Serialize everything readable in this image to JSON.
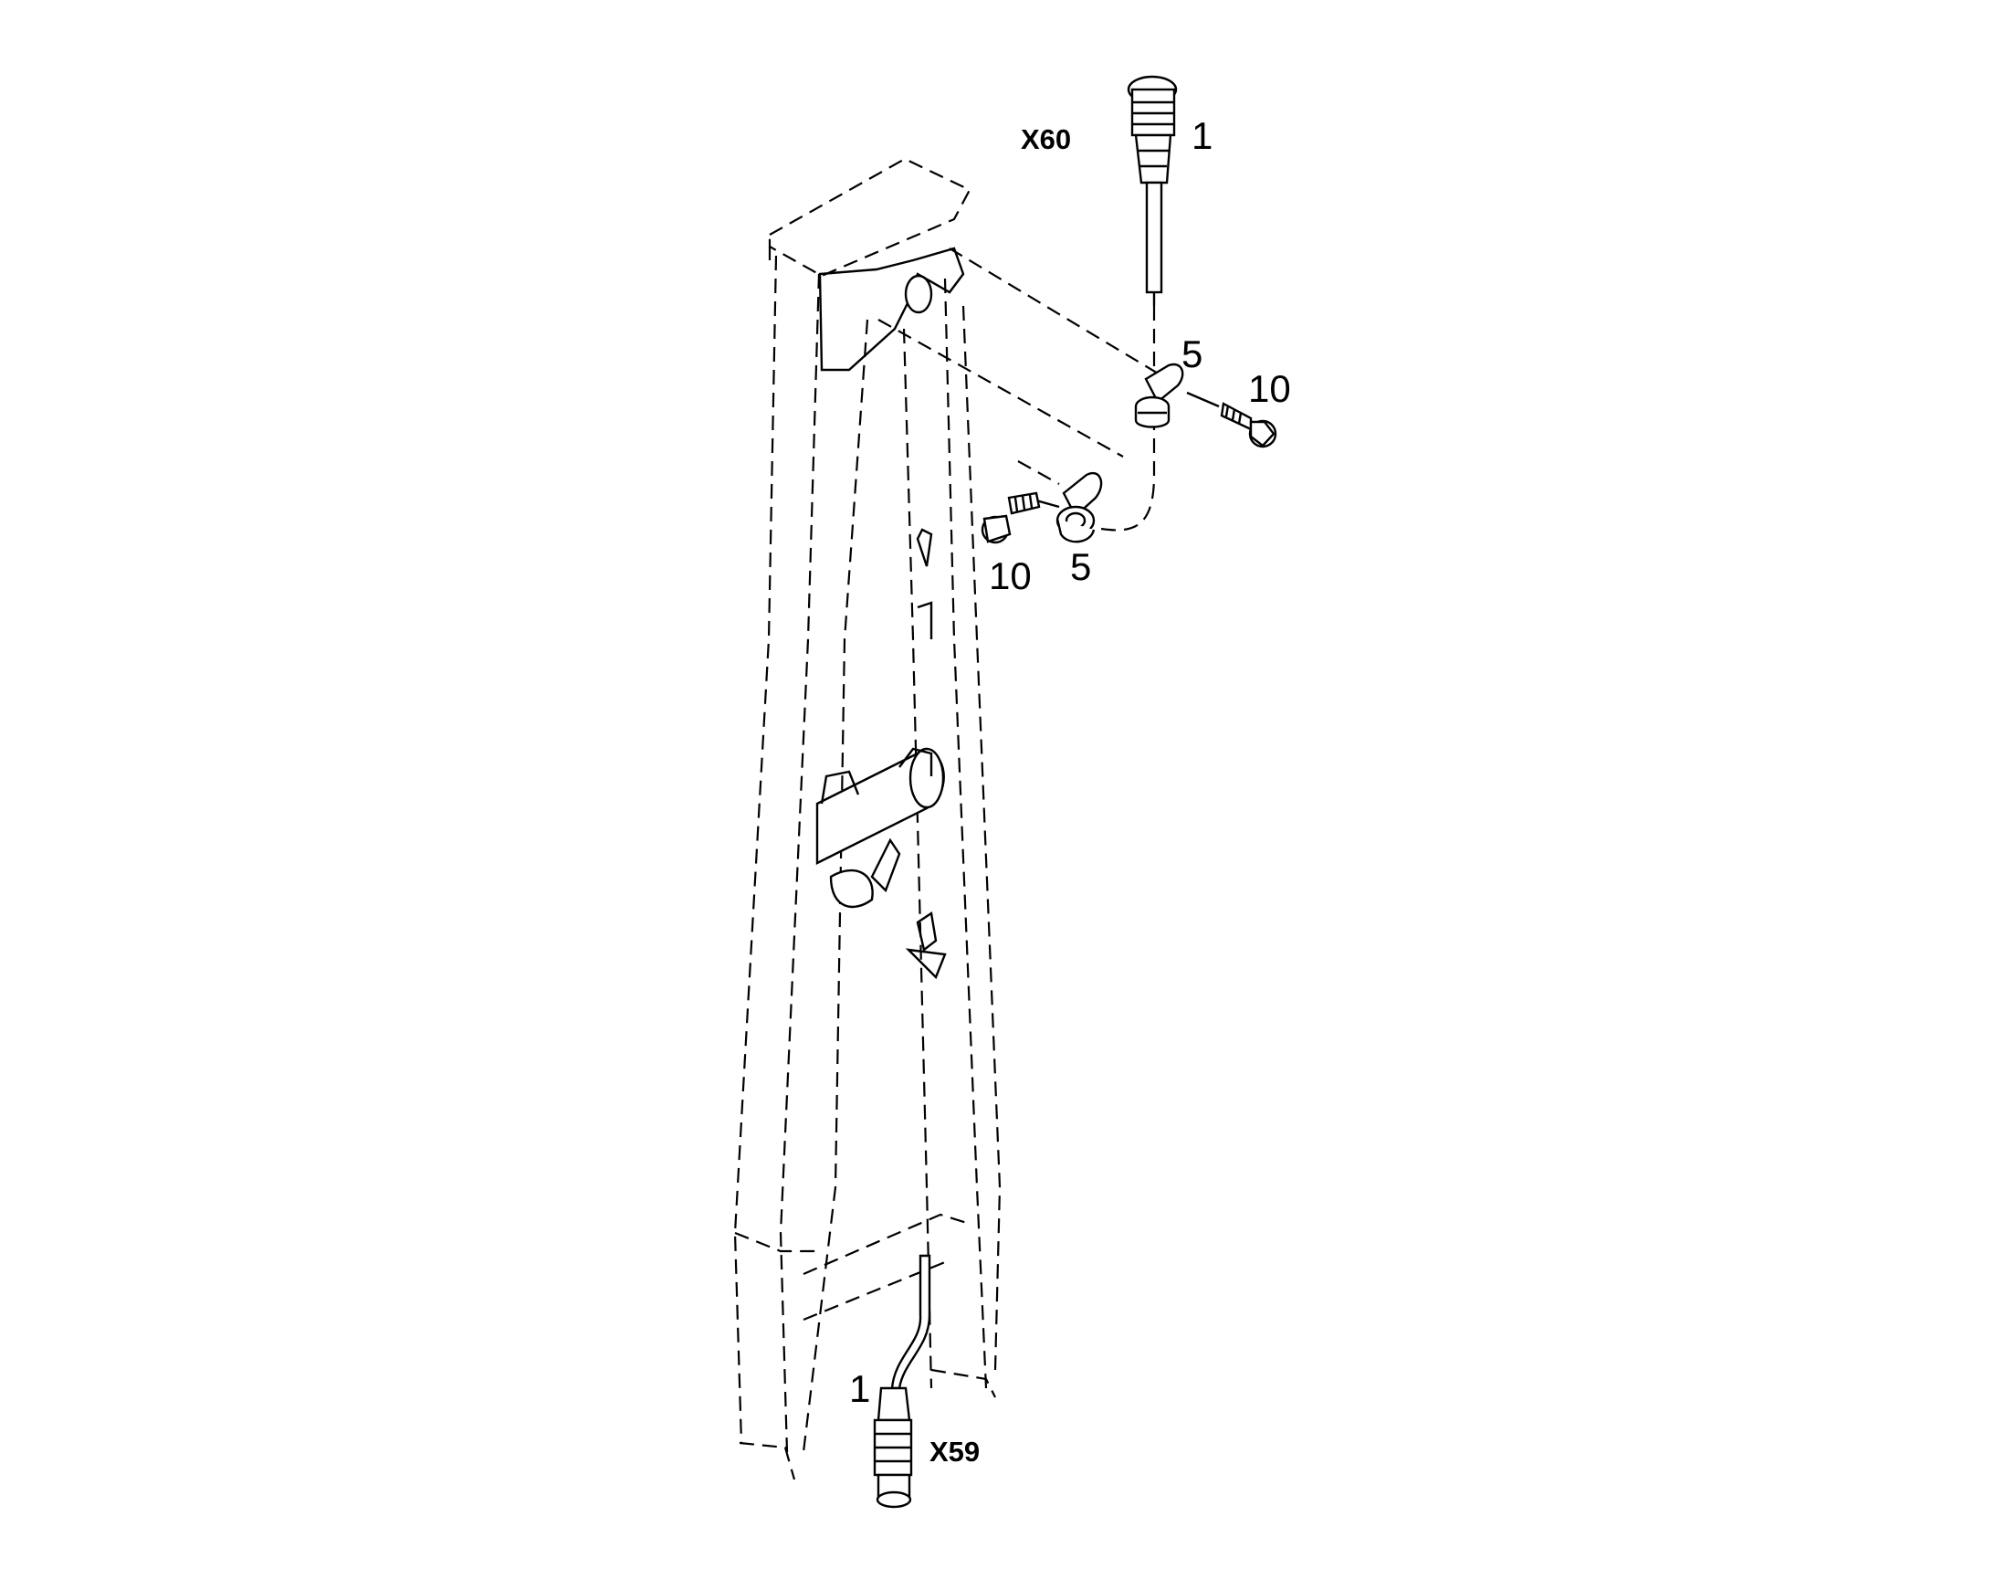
{
  "connectors": {
    "top": "X60",
    "bottom": "X59"
  },
  "callouts": {
    "top_connector": "1",
    "top_clip": "5",
    "top_screw": "10",
    "mid_screw": "10",
    "mid_clip": "5",
    "bottom_connector": "1"
  }
}
